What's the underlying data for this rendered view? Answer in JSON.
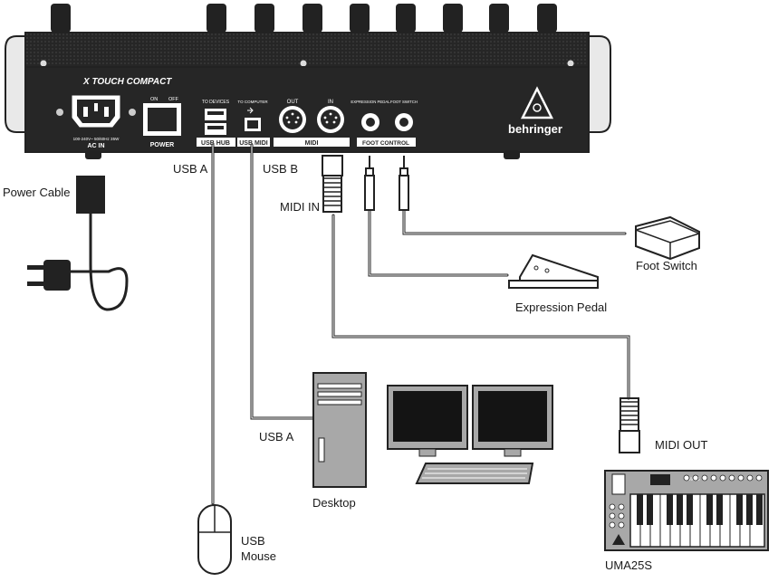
{
  "device": {
    "brand_logo": "X TOUCH COMPACT",
    "manufacturer": "behringer",
    "ac_in_label": "AC IN",
    "ac_in_spec": "100-240V~ 50/60Hz 35W",
    "power_label": "POWER",
    "power_on": "ON",
    "power_off": "OFF",
    "usb_hub_top": "TO DEVICES",
    "usb_hub_label": "USB HUB",
    "usb_midi_top": "TO COMPUTER",
    "usb_midi_label": "USB MIDI",
    "midi_out": "OUT",
    "midi_in": "IN",
    "midi_label": "MIDI",
    "expr_pedal_top": "EXPRESSION PEDAL",
    "foot_switch_top": "FOOT SWITCH",
    "foot_control_label": "FOOT CONTROL"
  },
  "labels": {
    "power_cable": "Power Cable",
    "usb_a_top": "USB A",
    "usb_b": "USB B",
    "midi_in": "MIDI IN",
    "foot_switch": "Foot Switch",
    "expression_pedal": "Expression Pedal",
    "usb_a_bottom": "USB A",
    "desktop": "Desktop",
    "midi_out": "MIDI OUT",
    "usb_mouse_line1": "USB",
    "usb_mouse_line2": "Mouse",
    "uma": "UMA25S",
    "uma_brand": "UMA25"
  },
  "colors": {
    "panel": "#262626",
    "outline": "#1a1a1a",
    "gray_body": "#a8a8a8",
    "screen": "#141414",
    "cable": "#222222"
  }
}
